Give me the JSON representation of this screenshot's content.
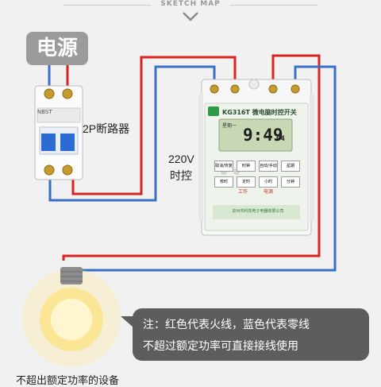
{
  "header": {
    "title": "SKETCH MAP"
  },
  "labels": {
    "power": "电源",
    "breaker": "2P断路器",
    "voltage": "220V",
    "timer_control": "时控"
  },
  "breaker": {
    "brand": "NBST"
  },
  "timer": {
    "model_title": "KG316T 微电脑时控开关",
    "lcd_week": "星期一",
    "lcd_time": "9:49",
    "lcd_seconds": "04",
    "buttons": [
      "取消/恢复",
      "时钟",
      "自动/手动",
      "星期",
      "校时",
      "定时",
      "小时",
      "分钟"
    ],
    "work_label": "工作",
    "power_label": "电源",
    "manufacturer": "泉州市科凯电子电器有限公司"
  },
  "note": {
    "line1": "注：红色代表火线，蓝色代表零线",
    "line2": "不超过额定功率可直接接线使用"
  },
  "footer": {
    "text": "不超出额定功率的设备"
  },
  "colors": {
    "live": "#d8231f",
    "neutral": "#3a6fc8",
    "note_bg": "#5d5d5d",
    "lcd": "#c9d8b4",
    "brand_green": "#2f9a45"
  }
}
